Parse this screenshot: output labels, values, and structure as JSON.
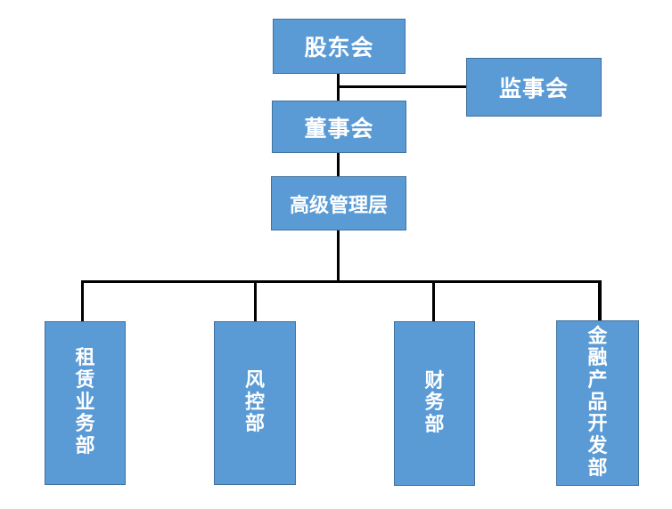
{
  "colors": {
    "page_bg": "#ffffff",
    "node_fill": "#5b9bd5",
    "node_border": "#41719c",
    "node_text": "#ffffff",
    "connector": "#000000"
  },
  "org_chart": {
    "type": "organization-chart",
    "nodes": [
      {
        "id": "shareholders-meeting",
        "label": "股东会",
        "orientation": "horizontal",
        "level": 1
      },
      {
        "id": "supervisory-board",
        "label": "监事会",
        "orientation": "horizontal",
        "level": 1
      },
      {
        "id": "board-of-directors",
        "label": "董事会",
        "orientation": "horizontal",
        "level": 2
      },
      {
        "id": "senior-management",
        "label": "高级管理层",
        "orientation": "horizontal",
        "level": 3
      },
      {
        "id": "leasing-business-dept",
        "label": "租赁业务部",
        "orientation": "vertical",
        "level": 4
      },
      {
        "id": "risk-control-dept",
        "label": "风控部",
        "orientation": "vertical",
        "level": 4
      },
      {
        "id": "finance-dept",
        "label": "财务部",
        "orientation": "vertical",
        "level": 4
      },
      {
        "id": "financial-product-development-dept",
        "label": "金融产品开发部",
        "orientation": "vertical",
        "level": 4
      }
    ],
    "edges": [
      {
        "from": "股东会",
        "to": "董事会"
      },
      {
        "from": "股东会",
        "to": "监事会"
      },
      {
        "from": "董事会",
        "to": "高级管理层"
      },
      {
        "from": "高级管理层",
        "to": "租赁业务部"
      },
      {
        "from": "高级管理层",
        "to": "风控部"
      },
      {
        "from": "高级管理层",
        "to": "财务部"
      },
      {
        "from": "高级管理层",
        "to": "金融产品开发部"
      }
    ]
  }
}
